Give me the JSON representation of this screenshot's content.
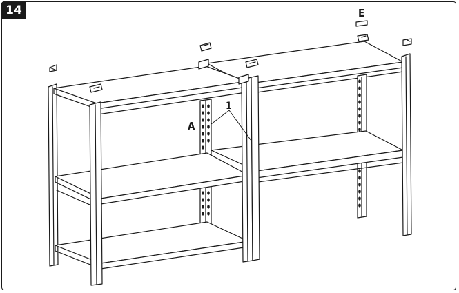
{
  "step": {
    "number": "14"
  },
  "labels": {
    "part_a": "A",
    "part_e": "E",
    "callout_1": "1"
  }
}
